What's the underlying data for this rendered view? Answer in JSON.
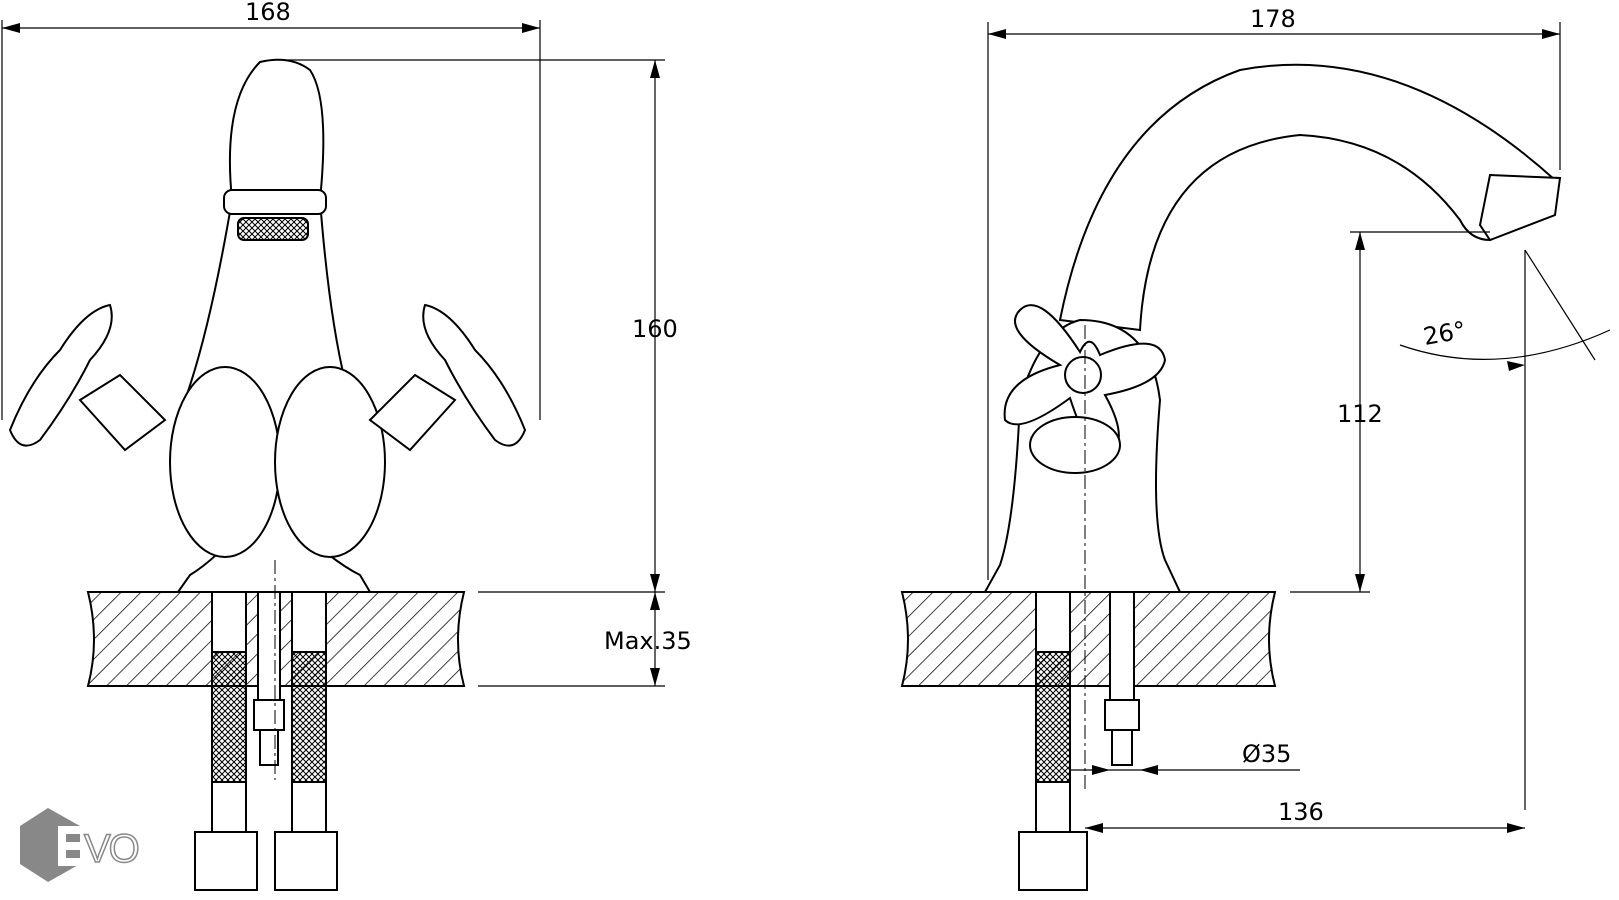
{
  "front_view": {
    "width_label": "168",
    "height_label": "160",
    "deck_label": "Max.35"
  },
  "side_view": {
    "width_label": "178",
    "spout_height_label": "112",
    "angle_label": "26°",
    "hole_label": "Ø35",
    "reach_label": "136"
  },
  "logo": {
    "text": "EVO",
    "color": "#888888"
  }
}
